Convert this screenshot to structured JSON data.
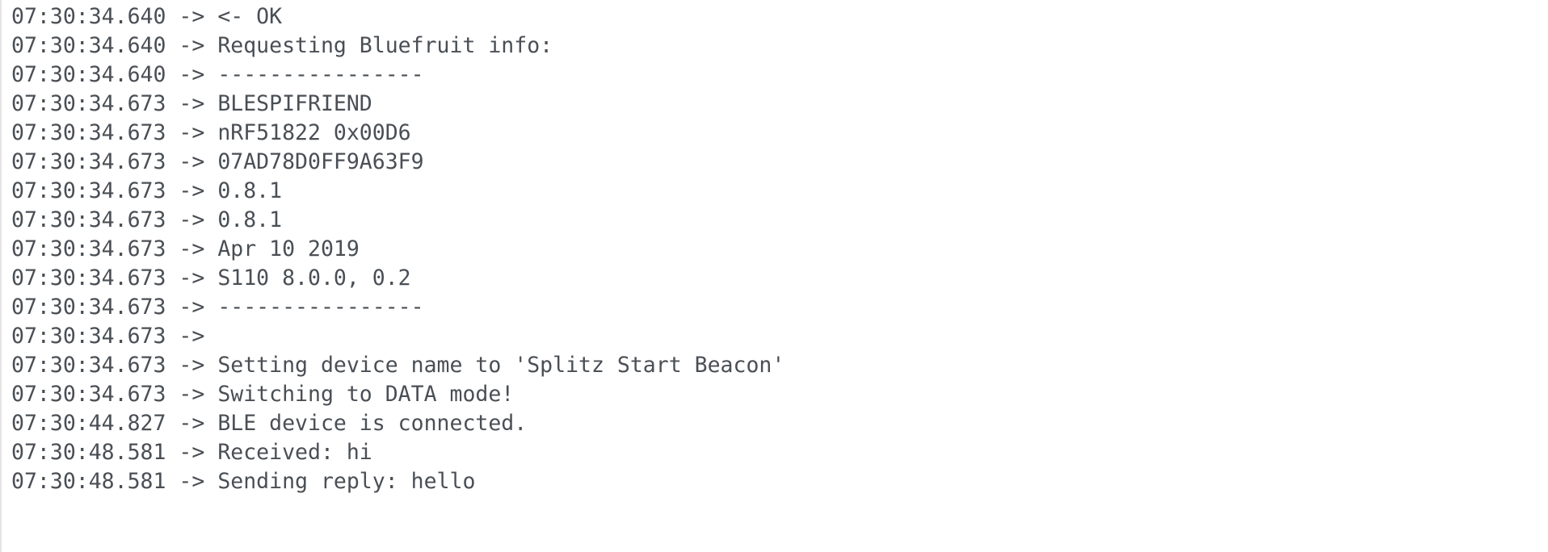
{
  "serial_monitor": {
    "lines": [
      {
        "time": "07:30:34.640",
        "arrow": "->",
        "message": "<- OK"
      },
      {
        "time": "07:30:34.640",
        "arrow": "->",
        "message": "Requesting Bluefruit info:"
      },
      {
        "time": "07:30:34.640",
        "arrow": "->",
        "message": "----------------"
      },
      {
        "time": "07:30:34.673",
        "arrow": "->",
        "message": "BLESPIFRIEND"
      },
      {
        "time": "07:30:34.673",
        "arrow": "->",
        "message": "nRF51822 0x00D6"
      },
      {
        "time": "07:30:34.673",
        "arrow": "->",
        "message": "07AD78D0FF9A63F9"
      },
      {
        "time": "07:30:34.673",
        "arrow": "->",
        "message": "0.8.1"
      },
      {
        "time": "07:30:34.673",
        "arrow": "->",
        "message": "0.8.1"
      },
      {
        "time": "07:30:34.673",
        "arrow": "->",
        "message": "Apr 10 2019"
      },
      {
        "time": "07:30:34.673",
        "arrow": "->",
        "message": "S110 8.0.0, 0.2"
      },
      {
        "time": "07:30:34.673",
        "arrow": "->",
        "message": "----------------"
      },
      {
        "time": "07:30:34.673",
        "arrow": "->",
        "message": ""
      },
      {
        "time": "07:30:34.673",
        "arrow": "->",
        "message": "Setting device name to 'Splitz Start Beacon'"
      },
      {
        "time": "07:30:34.673",
        "arrow": "->",
        "message": "Switching to DATA mode!"
      },
      {
        "time": "07:30:44.827",
        "arrow": "->",
        "message": "BLE device is connected."
      },
      {
        "time": "07:30:48.581",
        "arrow": "->",
        "message": "Received: hi"
      },
      {
        "time": "07:30:48.581",
        "arrow": "->",
        "message": "Sending reply: hello"
      }
    ]
  }
}
